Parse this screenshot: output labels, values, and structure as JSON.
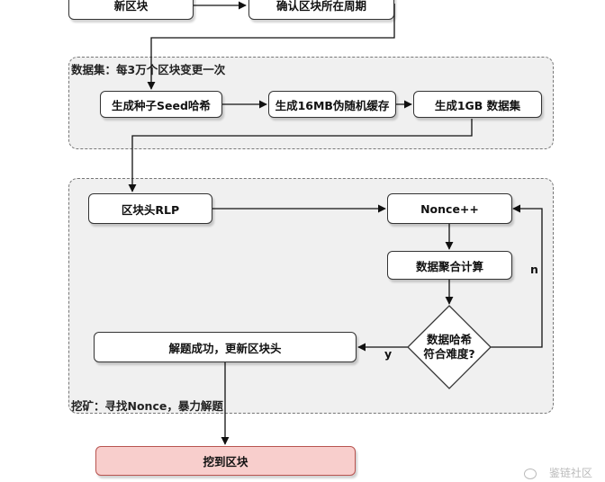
{
  "diagram": {
    "groups": {
      "dataset": {
        "label": "数据集：每3万个区块变更一次"
      },
      "mining": {
        "label": "挖矿：寻找Nonce，暴力解题"
      }
    },
    "nodes": {
      "new_block": "新区块",
      "confirm_epoch": "确认区块所在周期",
      "seed_hash": "生成种子Seed哈希",
      "cache_16mb": "生成16MB伪随机缓存",
      "dataset_1gb": "生成1GB 数据集",
      "header_rlp": "区块头RLP",
      "nonce_inc": "Nonce++",
      "data_aggregate": "数据聚合计算",
      "decision_line1": "数据哈希",
      "decision_line2": "符合难度?",
      "solved_update": "解题成功，更新区块头",
      "block_mined": "挖到区块"
    },
    "edge_labels": {
      "yes": "y",
      "no": "n"
    },
    "colors": {
      "final_fill": "#f8cecc",
      "final_border": "#b85450",
      "group_fill": "#f0f0f0"
    }
  },
  "watermark": {
    "text": "鉴链社区"
  }
}
